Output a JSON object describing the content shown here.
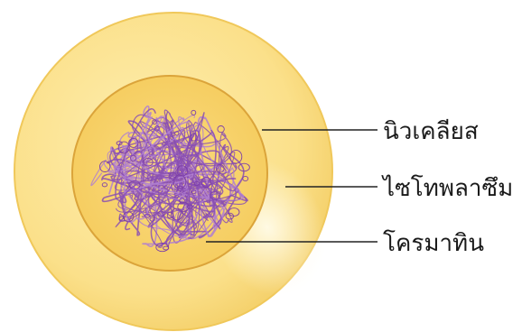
{
  "labels": {
    "nucleus": "นิวเคลียส",
    "cytoplasm": "ไซโทพลาซึม",
    "chromatin": "โครมาทิน"
  },
  "colors": {
    "cell_fill": "#fbe79a",
    "cell_edge": "#f2cf5a",
    "nucleus_fill": "#f8d56e",
    "nucleus_edge": "#e0ad3c",
    "chromatin": "#8a4fb3",
    "leader_line": "#222222"
  }
}
